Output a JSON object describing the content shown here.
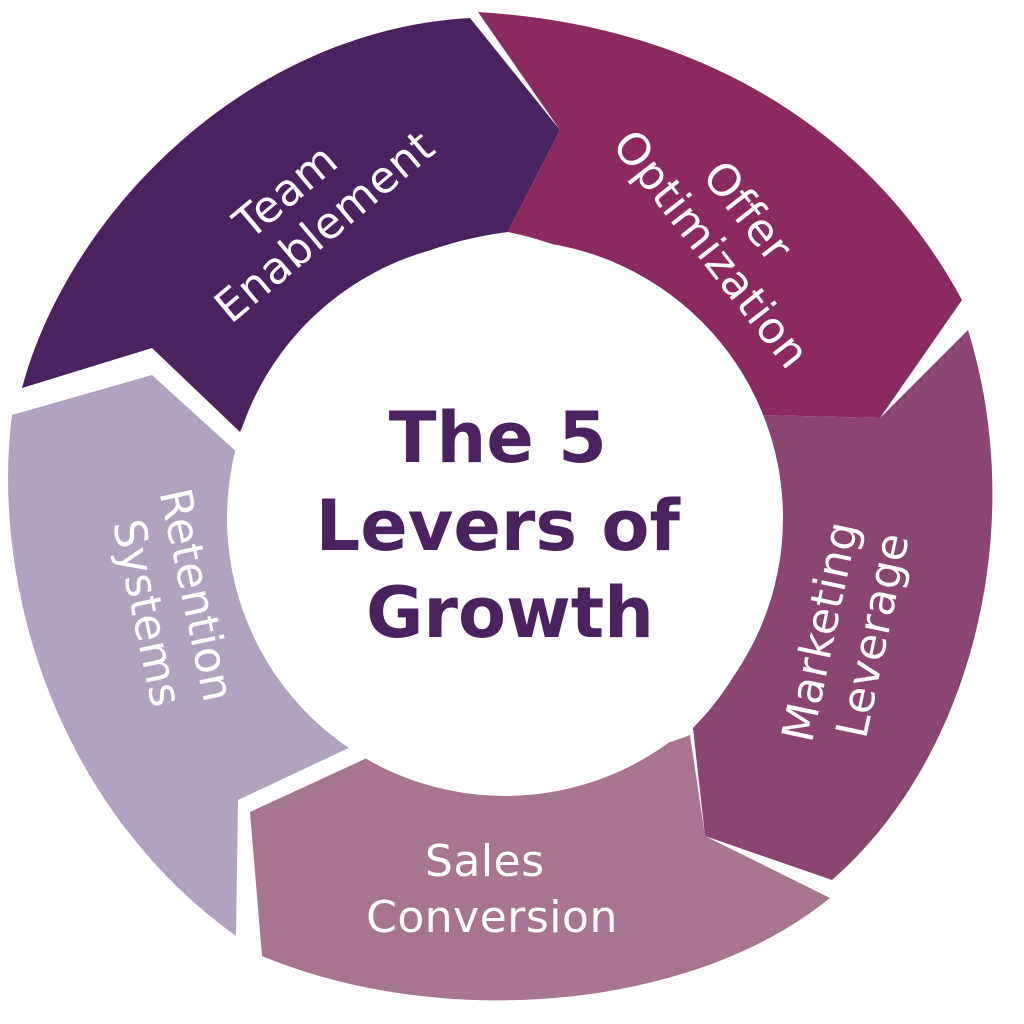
{
  "center": {
    "lines": [
      "The 5",
      "Levers of",
      "Growth"
    ]
  },
  "segments": [
    {
      "id": "team-enablement",
      "lines": [
        "Team",
        "Enablement"
      ],
      "color": "#4b2260"
    },
    {
      "id": "offer-optimization",
      "lines": [
        "Offer",
        "Optimization"
      ],
      "color": "#8b2a5e"
    },
    {
      "id": "marketing-leverage",
      "lines": [
        "Marketing",
        "Leverage"
      ],
      "color": "#8a4570"
    },
    {
      "id": "sales-conversion",
      "lines": [
        "Sales",
        "Conversion"
      ],
      "color": "#a7758f"
    },
    {
      "id": "retention-systems",
      "lines": [
        "Retention",
        "Systems"
      ],
      "color": "#b1a2bf"
    }
  ],
  "colors": {
    "center_text": "#4a2260",
    "segment_text": "#ffffff",
    "background": "#ffffff"
  }
}
